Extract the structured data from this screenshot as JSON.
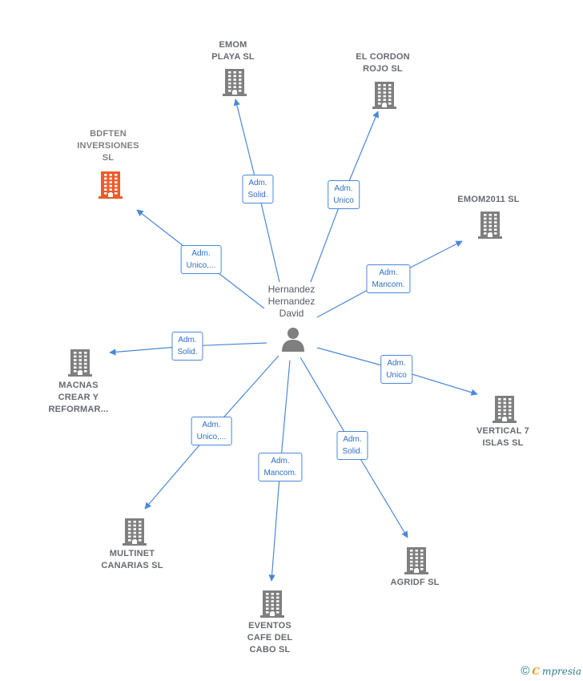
{
  "person": {
    "name_lines": [
      "Hernandez",
      "Hernandez",
      "David"
    ],
    "icon": "person-icon"
  },
  "colors": {
    "edge": "#4a88d8",
    "building": "#7f7f7f",
    "building_highlight": "#f05a28"
  },
  "companies": [
    {
      "id": "emom-playa",
      "label": [
        "EMOM",
        "PLAYA SL"
      ],
      "rel": [
        "Adm.",
        "Solid."
      ],
      "highlight": false
    },
    {
      "id": "el-cordon-rojo",
      "label": [
        "EL CORDON",
        "ROJO SL"
      ],
      "rel": [
        "Adm.",
        "Unico"
      ],
      "highlight": false
    },
    {
      "id": "bdften",
      "label": [
        "BDFTEN",
        "INVERSIONES",
        "SL"
      ],
      "rel": [
        "Adm.",
        "Unico,..."
      ],
      "highlight": true
    },
    {
      "id": "emom2011",
      "label": [
        "EMOM2011 SL"
      ],
      "rel": [
        "Adm.",
        "Mancom."
      ],
      "highlight": false
    },
    {
      "id": "macnas",
      "label": [
        "MACNAS",
        "CREAR Y",
        "REFORMAR..."
      ],
      "rel": [
        "Adm.",
        "Solid."
      ],
      "highlight": false
    },
    {
      "id": "vertical7",
      "label": [
        "VERTICAL 7",
        "ISLAS SL"
      ],
      "rel": [
        "Adm.",
        "Unico"
      ],
      "highlight": false
    },
    {
      "id": "multinet",
      "label": [
        "MULTINET",
        "CANARIAS SL"
      ],
      "rel": [
        "Adm.",
        "Unico,..."
      ],
      "highlight": false
    },
    {
      "id": "agridf",
      "label": [
        "AGRIDF SL"
      ],
      "rel": [
        "Adm.",
        "Solid."
      ],
      "highlight": false
    },
    {
      "id": "eventos",
      "label": [
        "EVENTOS",
        "CAFE DEL",
        "CABO SL"
      ],
      "rel": [
        "Adm.",
        "Mancom."
      ],
      "highlight": false
    }
  ],
  "footer": {
    "copyright": "©",
    "brand_initial": "C",
    "brand_rest": "mpresia"
  }
}
